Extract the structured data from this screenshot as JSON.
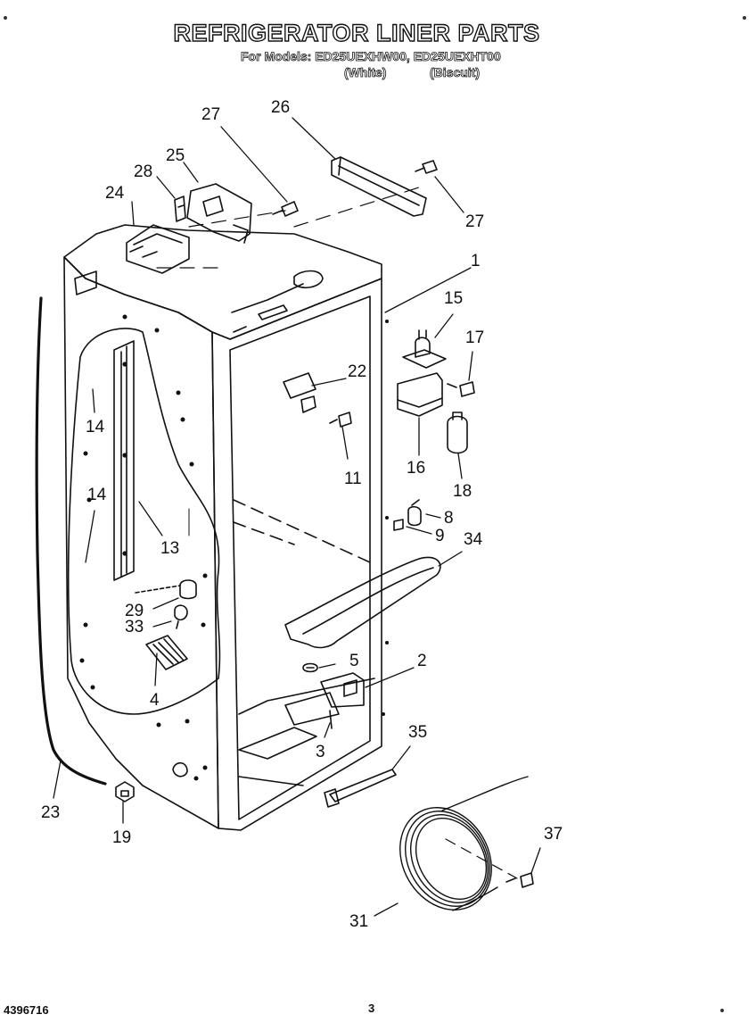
{
  "header": {
    "title": "REFRIGERATOR LINER PARTS",
    "models_line": "For Models: ED25UEXHW00, ED25UEXHT00",
    "variant_white": "(White)",
    "variant_biscuit": "(Biscuit)"
  },
  "callouts": [
    "27",
    "26",
    "25",
    "28",
    "24",
    "27",
    "1",
    "15",
    "17",
    "22",
    "14",
    "11",
    "16",
    "18",
    "14",
    "13",
    "8",
    "9",
    "34",
    "29",
    "33",
    "5",
    "2",
    "4",
    "3",
    "35",
    "23",
    "19",
    "37",
    "31"
  ],
  "footer": {
    "doc_number": "4396716",
    "page_number": "3"
  }
}
